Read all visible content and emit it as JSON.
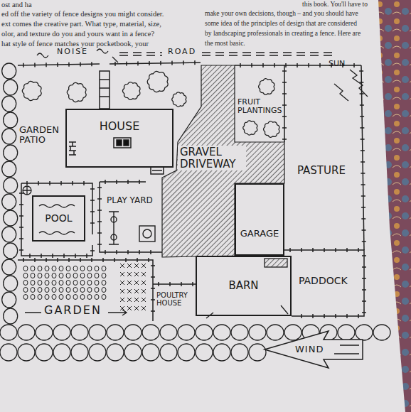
{
  "diagram": {
    "nodes": [
      {
        "text": [
          "HOUSE"
        ]
      },
      {
        "text": [
          "POOL"
        ]
      },
      {
        "text": [
          "GARAGE"
        ]
      },
      {
        "text": [
          "BARN"
        ]
      }
    ],
    "labels": [
      "ost and ha",
      "ed off the variety of fence designs you might consider.",
      "ext comes the creative part. What type, material, size,",
      "olor, and texture do you and yours want in a fence?",
      "hat style of fence matches your pocketbook, your",
      "this book. You'll have to",
      "make your own decisions, though – and you should have",
      "some idea of the principles of design that are considered",
      "by landscaping professionals in creating a fence. Here are",
      "the most basic.",
      "NOISE",
      "ROAD",
      "SUN",
      "GARDEN PATIO",
      "FRUIT PLANTINGS",
      "GRAVEL DRIVEWAY",
      "PASTURE",
      "PLAY YARD",
      "POULTRY HOUSE",
      "PADDOCK",
      "GARDEN",
      "WIND"
    ]
  }
}
